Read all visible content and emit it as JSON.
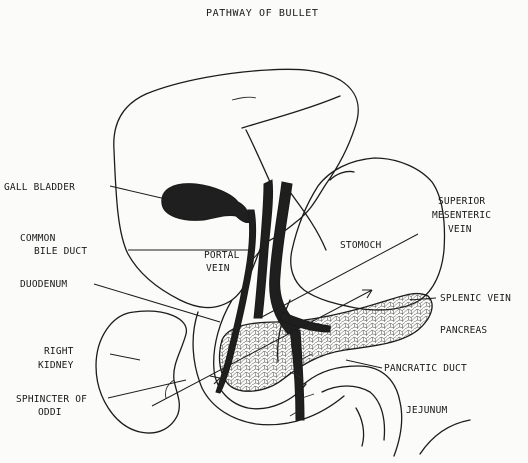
{
  "title": "PATHWAY OF BULLET",
  "labels": {
    "gall_bladder": "GALL BLADDER",
    "common_bile_duct_1": "COMMON",
    "common_bile_duct_2": "BILE DUCT",
    "portal_vein_1": "PORTAL",
    "portal_vein_2": "VEIN",
    "stomach": "STOMOCH",
    "superior_mesenteric_1": "SUPERIOR",
    "superior_mesenteric_2": "MESENTERIC",
    "superior_mesenteric_3": "VEIN",
    "duodenum": "DUODENUM",
    "splenic_vein": "SPLENIC VEIN",
    "pancreas": "PANCREAS",
    "right_kidney_1": "RIGHT",
    "right_kidney_2": "KIDNEY",
    "pancreatic_duct": "PANCRATIC DUCT",
    "sphincter_1": "SPHINCTER OF",
    "sphincter_2": "ODDI",
    "jejunum": "JEJUNUM"
  }
}
